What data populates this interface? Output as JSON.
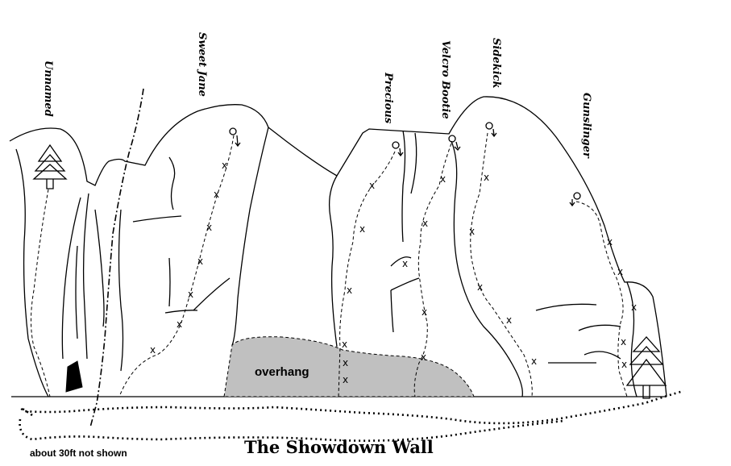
{
  "title": "The Showdown Wall",
  "note": "about 30ft not shown",
  "overhang_label": "overhang",
  "bolt_symbol": "x",
  "routes": [
    {
      "name": "Unnamed"
    },
    {
      "name": "Sweet Jane"
    },
    {
      "name": "Precious"
    },
    {
      "name": "Velcro Bootie"
    },
    {
      "name": "Sidekick"
    },
    {
      "name": "Gunslinger"
    }
  ],
  "colors": {
    "overhang_fill": "#c0c0c0",
    "line": "#000000",
    "background": "#ffffff"
  }
}
